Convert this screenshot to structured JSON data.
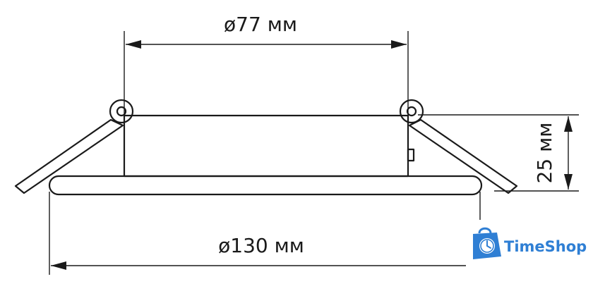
{
  "dimensions": {
    "top_diameter": "ø77 мм",
    "bottom_diameter": "ø130 мм",
    "height": "25 мм"
  },
  "logo": {
    "text": "TimeShop",
    "icon": "shopping-bag-clock-icon",
    "color": "#2f7fd4"
  },
  "colors": {
    "line": "#1a1a1a",
    "background": "#ffffff"
  }
}
